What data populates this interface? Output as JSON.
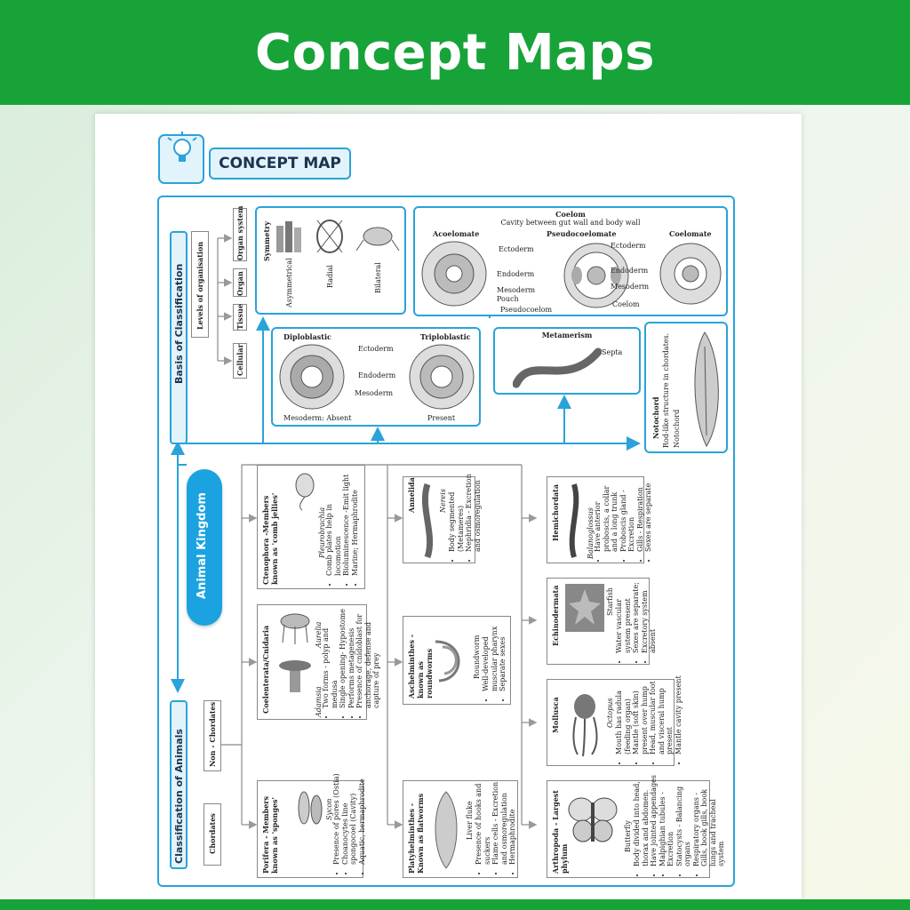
{
  "banner": {
    "title": "Concept Maps"
  },
  "header": {
    "title": "CONCEPT MAP"
  },
  "colors": {
    "banner_green": "#17a338",
    "accent_blue": "#29a3d9",
    "dark_blue": "#1a3550"
  },
  "basis": {
    "title": "Basis of Classification",
    "levels_title": "Levels of organisation",
    "levels": [
      "Cellular",
      "Tissue",
      "Organ",
      "Organ system"
    ],
    "symmetry": {
      "title": "Symmetry",
      "items": [
        "Asymmetrical",
        "Radial",
        "Bilateral"
      ]
    },
    "coelom": {
      "title": "Coelom",
      "subtitle": "Cavity between gut wall and body wall",
      "acoelomate": "Acoelomate",
      "pseudocoelomate": "Pseudocoelomate",
      "coelomate": "Coelomate",
      "labels": {
        "ectoderm1": "Ectoderm",
        "endoderm1": "Endoderm",
        "mesoderm_pouch": "Mesoderm\nPouch",
        "pseudocoelom": "Pseudocoelom",
        "ectoderm2": "Ectoderm",
        "endoderm2": "Endoderm",
        "mesoderm2": "Mesoderm",
        "coelom": "Coelom"
      }
    },
    "germ": {
      "diploblastic": "Diploblastic",
      "triploblastic": "Triploblastic",
      "ectoderm": "Ectoderm",
      "endoderm": "Endoderm",
      "mesoderm": "Mesoderm",
      "absent": "Mesoderm: Absent",
      "present": "Present"
    },
    "metamerism": {
      "title": "Metamerism",
      "septa": "Septa"
    },
    "notochord": {
      "title": "Notochord",
      "desc": "Rod-like structure in chordates.",
      "label": "Notochord"
    }
  },
  "kingdom": {
    "title": "Animal Kingdom"
  },
  "classification": {
    "title": "Classification of Animals",
    "non_chordates": "Non - Chordates",
    "chordates": "Chordates"
  },
  "phyla": {
    "ctenophora": {
      "title": "Ctenophora -Members known as 'comb jellies'",
      "example": "Pleurobrachia",
      "points": [
        "Comb plates help in locomotion",
        "Bioluminescence -Emit light",
        "Marine; Hermaphrodite"
      ]
    },
    "coelenterata": {
      "title": "Coelenterata/Cnidaria",
      "example1": "Aurelia",
      "example2": "Adamsia",
      "points": [
        "Two forms - polyp and medusa",
        "Single opening- Hypostome",
        "Performs metagenesis",
        "Presence of cnidoblast for anchorage, defense and capture of prey"
      ]
    },
    "porifera": {
      "title": "Porifera - Members known as 'sponges'",
      "example": "Sycon",
      "points": [
        "Presence of pores (Ostia)",
        "Choanocytes line spongocoel (Cavity)",
        "Aquatic, hermaphrodite"
      ]
    },
    "annelida": {
      "title": "Annelida",
      "example": "Nereis",
      "points": [
        "Body segmented (Metameres)",
        "Nephridia - Excretion and osmoregulation"
      ]
    },
    "aschelminthes": {
      "title": "Aschelminthes -known as roundworms",
      "example": "Roundworm",
      "points": [
        "Well-developed muscular pharynx",
        "Separate sexes"
      ]
    },
    "platyhelminthes": {
      "title": "Platyhelminthes - Known as flatworms",
      "example": "Liver fluke",
      "points": [
        "Presence of hooks and suckers",
        "Flame cells - Excretion and osmoregulation",
        "Hermaphrodite"
      ]
    },
    "hemichordata": {
      "title": "Hemichordata",
      "example": "Balanoglossus",
      "points": [
        "Have anterior proboscis, a collar and a long trunk",
        "Proboscis gland - Excretion",
        "Gills - Respiration",
        "Sexes are separate"
      ]
    },
    "echinodermata": {
      "title": "Echinodermata",
      "example": "Starfish",
      "points": [
        "Water vascular system present",
        "Sexes are separate;",
        "Excretory system absent"
      ]
    },
    "mollusca": {
      "title": "Mollusca",
      "example": "Octopus",
      "points": [
        "Mouth has radula (feeding organ)",
        "Mantle (soft skin) present over hump",
        "Head, muscular foot and visceral hump present",
        "Mantle cavity present"
      ]
    },
    "arthropoda": {
      "title": "Arthropoda - Largest phylum",
      "example": "Butterfly",
      "points": [
        "Body divided into head, thorax and abdomen.",
        "Have jointed appendages",
        "Malpighian tubules -Excretion",
        "Statocysts - Balancing organs",
        "Respiratory organs - Gills, book gills, book lungs and tracheal system"
      ]
    }
  }
}
